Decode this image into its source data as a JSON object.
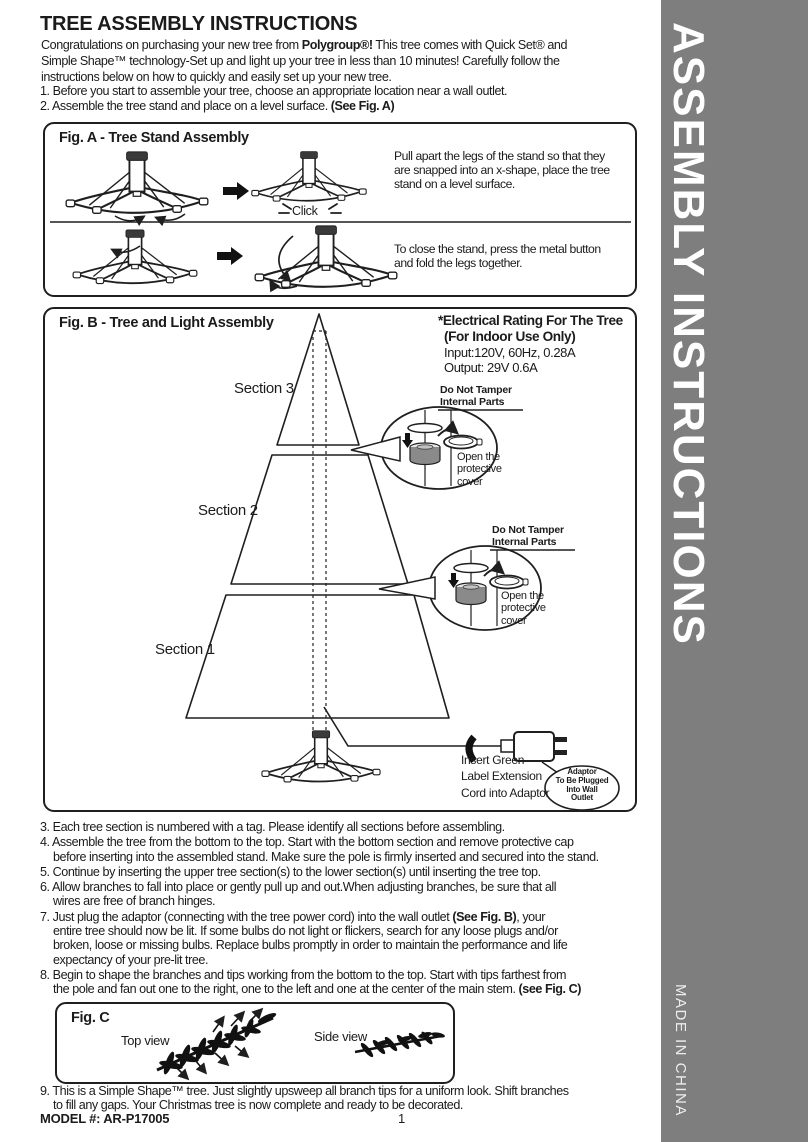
{
  "sidebar": {
    "bg_color": "#7e7e7e",
    "title": "ASSEMBLY INSTRUCTIONS",
    "made_in": "MADE IN CHINA"
  },
  "header": {
    "title": "TREE ASSEMBLY INSTRUCTIONS",
    "intro_lines": [
      [
        {
          "t": "Congratulations on purchasing your new tree from "
        },
        {
          "t": "Polygroup®!",
          "b": true
        },
        {
          "t": " This tree comes with Quick Set® and"
        }
      ],
      [
        {
          "t": "Simple Shape™ technology-Set up and light up your tree in less than 10 minutes! Carefully follow the"
        }
      ],
      [
        {
          "t": "instructions below on how to quickly and easily set up your new tree."
        }
      ]
    ]
  },
  "steps": {
    "s1": [
      [
        {
          "t": "1. Before you start to assemble your tree, choose an appropriate location near a wall outlet."
        }
      ]
    ],
    "s2": [
      [
        {
          "t": "2. Assemble the tree stand and place on a level surface. "
        },
        {
          "t": "(See Fig. A)",
          "b": true
        }
      ]
    ],
    "s3": [
      [
        {
          "t": "3. Each tree section is numbered with a tag. Please identify all sections before assembling."
        }
      ]
    ],
    "s4": [
      [
        {
          "t": "4.  Assemble the tree from the bottom to the top. Start with the bottom section and remove protective cap"
        }
      ],
      [
        {
          "t": "before inserting into the assembled stand. Make sure the pole is firmly inserted and secured into the stand."
        }
      ]
    ],
    "s5": [
      [
        {
          "t": "5. Continue by inserting the upper tree section(s) to the lower section(s) until inserting the tree top."
        }
      ]
    ],
    "s6": [
      [
        {
          "t": "6. Allow branches to fall into place or gently pull up and out.When adjusting branches, be sure that all"
        }
      ],
      [
        {
          "t": "wires are free of branch hinges."
        }
      ]
    ],
    "s7": [
      [
        {
          "t": "7. Just plug the adaptor (connecting with the tree power cord) into the wall outlet "
        },
        {
          "t": "(See Fig. B)",
          "b": true
        },
        {
          "t": ", your"
        }
      ],
      [
        {
          "t": "entire tree should now be lit. If some bulbs do not light or flickers, search for any loose plugs and/or"
        }
      ],
      [
        {
          "t": "broken, loose or missing bulbs.  Replace bulbs promptly in order to maintain the performance and life"
        }
      ],
      [
        {
          "t": "expectancy of your pre-lit tree."
        }
      ]
    ],
    "s8": [
      [
        {
          "t": "8. Begin to shape the branches and tips working from the bottom to the top. Start with tips farthest from"
        }
      ],
      [
        {
          "t": "the pole and fan out one to the right, one to the left and one at the center of the main stem. "
        },
        {
          "t": "(see Fig. C)",
          "b": true
        }
      ]
    ],
    "s9": [
      [
        {
          "t": "9. This is a Simple Shape™ tree. Just slightly upsweep all branch tips for a uniform look. Shift branches"
        }
      ],
      [
        {
          "t": "to fill any gaps. Your Christmas tree is now complete and ready to be decorated."
        }
      ]
    ]
  },
  "figA": {
    "title": "Fig. A - Tree Stand Assembly",
    "click": "Click",
    "caption1": [
      "Pull apart the legs of the stand so that they",
      "are snapped into an x-shape, place the tree",
      "stand on a level surface."
    ],
    "caption2": [
      "To close the stand, press the metal button",
      "and fold the legs together."
    ]
  },
  "figB": {
    "title": "Fig. B - Tree and Light Assembly",
    "electrical": {
      "l1": "*Electrical Rating For The Tree",
      "l2": "(For Indoor Use Only)",
      "l3": "Input:120V, 60Hz, 0.28A",
      "l4": "Output: 29V  0.6A"
    },
    "sections": [
      "Section 3",
      "Section 2",
      "Section 1"
    ],
    "tamper_l1": "Do Not Tamper",
    "tamper_l2": "Internal Parts",
    "open_cover": [
      "Open the",
      "protective",
      "cover"
    ],
    "insert_cord": [
      "Insert Green",
      "Label Extension",
      "Cord into Adaptor"
    ],
    "adaptor_bubble": [
      "Adaptor",
      "To Be Plugged",
      "Into Wall",
      "Outlet"
    ]
  },
  "figC": {
    "title": "Fig. C",
    "top_view": "Top view",
    "side_view": "Side view"
  },
  "footer": {
    "model": "MODEL #: AR-P17005",
    "page_number": "1"
  }
}
